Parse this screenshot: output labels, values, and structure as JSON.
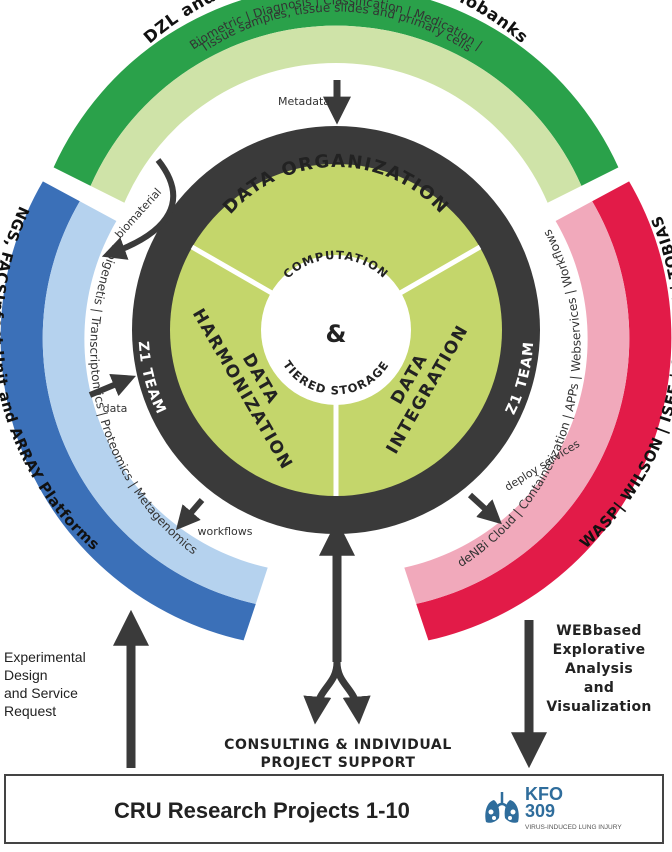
{
  "top_ring": {
    "title": "DZL and UGMLC metadata DB & biobanks",
    "line1": "Biometric | Diagnosis | Classification | Medication |",
    "line2": "Tissue samples, tissue slides  and primary cells",
    "color_outer": "#2aa14a",
    "color_inner": "#cfe3a8"
  },
  "left_ring": {
    "title": "NGS, FACSInfect Unit and ARRAY Platforms",
    "subtitle": "Epigenetis | Transcriptomics | Proteomics | Metagenomics",
    "color_outer": "#3b70b8",
    "color_inner": "#b5d2ee"
  },
  "right_ring": {
    "title": "WASP| WILSON | ISEE | STREAM | TOBIAS",
    "subtitle": "deNBi Cloud | Containerization | APPs | Webservices | Workflows",
    "color_outer": "#e21b48",
    "color_inner": "#f1a9bb"
  },
  "team_ring": {
    "top": "Z1 TEAM",
    "left": "Z1 TEAM",
    "right": "Z1 TEAM",
    "color": "#3a3a3a"
  },
  "segments": {
    "top": "DATA ORGANIZATION",
    "left_line1": "DATA",
    "left_line2": "HARMONIZATION",
    "right_line1": "DATA",
    "right_line2": "INTEGRATION",
    "color": "#c4d66b"
  },
  "center": {
    "top": "COMPUTATION",
    "amp": "&",
    "bottom": "TIERED STORAGE"
  },
  "arrows": {
    "metadata": "Metadata",
    "biomaterial": "biomaterial",
    "data": "data",
    "workflows": "workflows",
    "deploy": "deploy services"
  },
  "left_note": [
    "Experimental",
    "Design",
    "and Service",
    "Request"
  ],
  "right_note": [
    "WEBbased",
    "Explorative",
    "Analysis",
    "and",
    "Visualization"
  ],
  "consulting": [
    "CONSULTING & INDIVIDUAL",
    "PROJECT SUPPORT"
  ],
  "footer": {
    "title": "CRU Research Projects 1-10",
    "logo_line1": "KFO",
    "logo_line2": "309",
    "logo_sub": "VIRUS-INDUCED LUNG INJURY"
  }
}
